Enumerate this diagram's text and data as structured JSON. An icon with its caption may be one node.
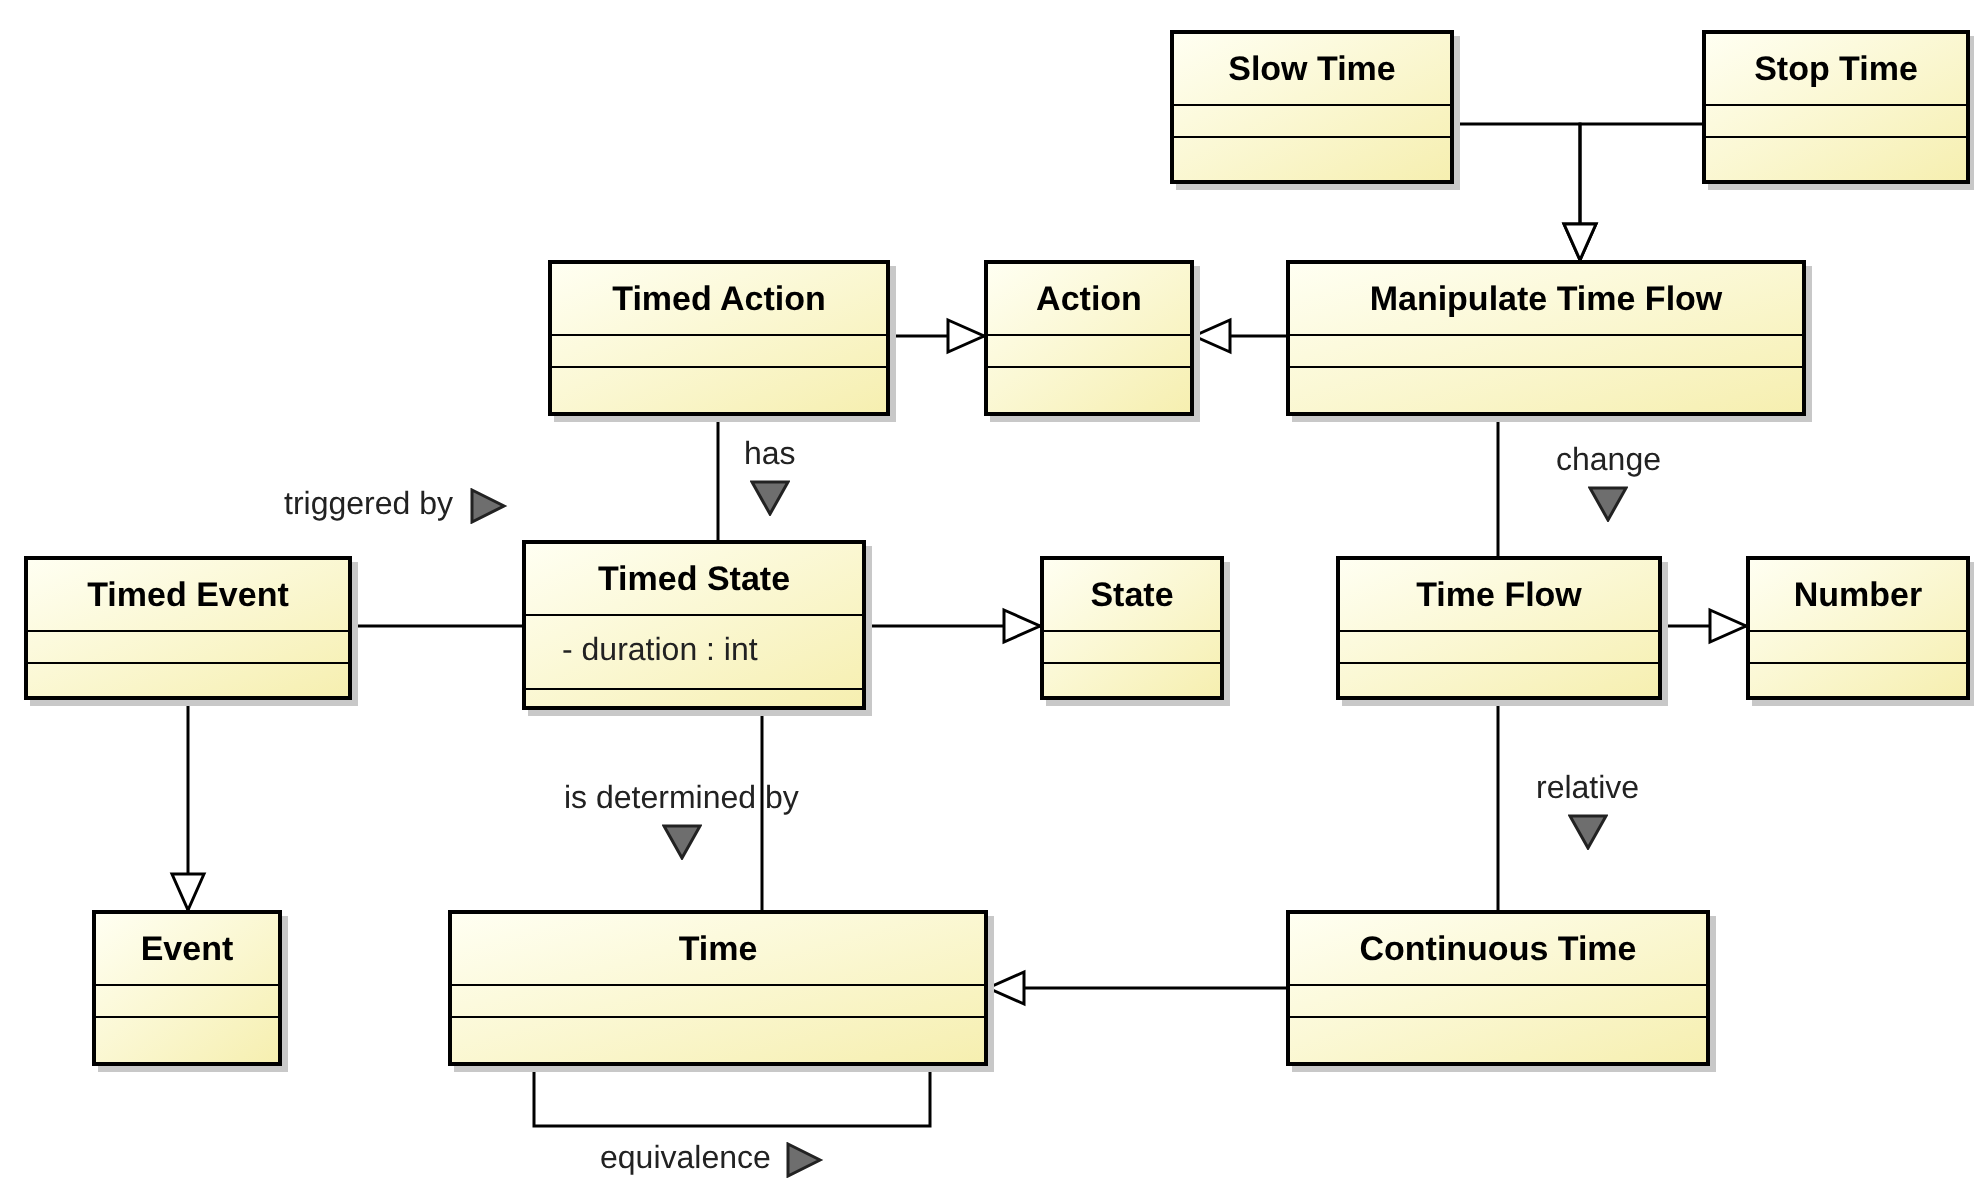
{
  "diagram": {
    "nodes": [
      {
        "text": [
          "Slow Time"
        ]
      },
      {
        "text": [
          "Stop Time"
        ]
      },
      {
        "text": [
          "Timed Action"
        ]
      },
      {
        "text": [
          "Action"
        ]
      },
      {
        "text": [
          "Manipulate Time Flow"
        ]
      },
      {
        "text": [
          "Timed Event"
        ]
      },
      {
        "text": [
          "Timed State",
          "- duration : int"
        ]
      },
      {
        "text": [
          "State"
        ]
      },
      {
        "text": [
          "Time Flow"
        ]
      },
      {
        "text": [
          "Number"
        ]
      },
      {
        "text": [
          "Event"
        ]
      },
      {
        "text": [
          "Time"
        ]
      },
      {
        "text": [
          "Continuous Time"
        ]
      }
    ],
    "edges": [
      {
        "from": 0,
        "to": 4,
        "arrow": "to"
      },
      {
        "from": 1,
        "to": 4,
        "arrow": "to"
      },
      {
        "from": 2,
        "to": 3,
        "arrow": "to"
      },
      {
        "from": 4,
        "to": 3,
        "arrow": "to"
      },
      {
        "from": 2,
        "to": 6,
        "arrow": "none",
        "label": "has"
      },
      {
        "from": 5,
        "to": 6,
        "arrow": "none",
        "label": "triggered by"
      },
      {
        "from": 6,
        "to": 7,
        "arrow": "to"
      },
      {
        "from": 4,
        "to": 8,
        "arrow": "none",
        "label": "change"
      },
      {
        "from": 8,
        "to": 9,
        "arrow": "to"
      },
      {
        "from": 5,
        "to": 10,
        "arrow": "to"
      },
      {
        "from": 6,
        "to": 11,
        "arrow": "none",
        "label": "is determined by"
      },
      {
        "from": 12,
        "to": 11,
        "arrow": "to"
      },
      {
        "from": 8,
        "to": 12,
        "arrow": "none",
        "label": "relative"
      },
      {
        "from": 11,
        "to": 11,
        "arrow": "none",
        "label": "equivalence"
      }
    ]
  }
}
